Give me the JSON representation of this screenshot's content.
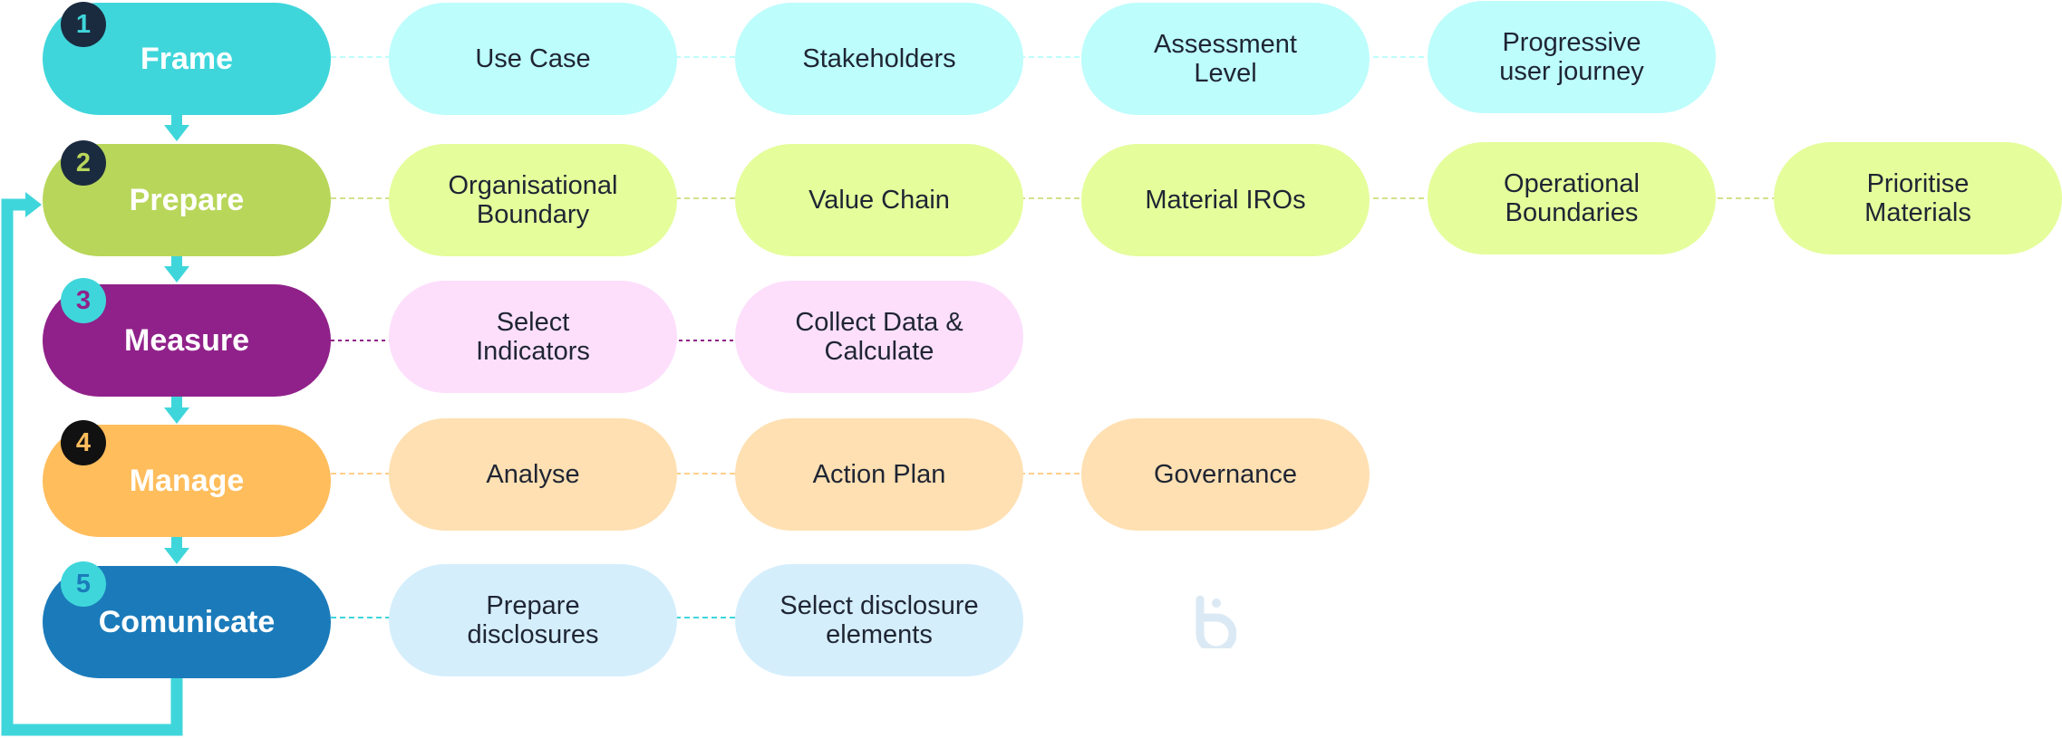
{
  "colors": {
    "connector": "#3fd6db",
    "frame": "#3fd6db",
    "frame_step": "#bdfdfc",
    "frame_badge_bg": "#1b2b3f",
    "frame_badge_fg": "#3fd6db",
    "prepare": "#b8d65a",
    "prepare_step": "#e5fd9b",
    "prepare_badge_bg": "#1b2b3f",
    "prepare_badge_fg": "#b8d65a",
    "measure": "#90218a",
    "measure_step": "#fddffc",
    "measure_badge_bg": "#3fd6db",
    "measure_badge_fg": "#90218a",
    "manage": "#ffbd5c",
    "manage_step": "#ffe0b2",
    "manage_badge_bg": "#111111",
    "manage_badge_fg": "#ffbd5c",
    "comunicate": "#1b7bba",
    "comunicate_step": "#d5eefc",
    "comunicate_badge_bg": "#3fd6db",
    "comunicate_badge_fg": "#1b7bba"
  },
  "stages": [
    {
      "number": "1",
      "label": "Frame",
      "steps": [
        "Use Case",
        "Stakeholders",
        "Assessment\nLevel",
        "Progressive\nuser journey"
      ]
    },
    {
      "number": "2",
      "label": "Prepare",
      "steps": [
        "Organisational\nBoundary",
        "Value Chain",
        "Material IROs",
        "Operational\nBoundaries",
        "Prioritise\nMaterials"
      ]
    },
    {
      "number": "3",
      "label": "Measure",
      "steps": [
        "Select\nIndicators",
        "Collect Data &\nCalculate"
      ]
    },
    {
      "number": "4",
      "label": "Manage",
      "steps": [
        "Analyse",
        "Action Plan",
        "Governance"
      ]
    },
    {
      "number": "5",
      "label": "Comunicate",
      "steps": [
        "Prepare\ndisclosures",
        "Select disclosure\nelements"
      ]
    }
  ],
  "logo_icon": "b-logo-icon"
}
